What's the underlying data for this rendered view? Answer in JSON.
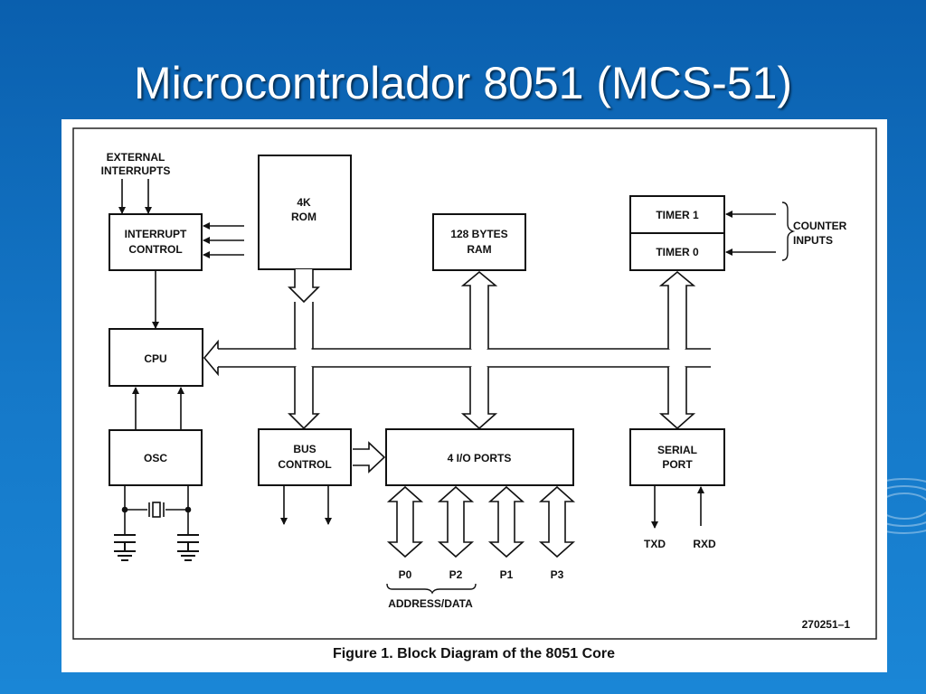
{
  "slide": {
    "title": "Microcontrolador 8051 (MCS-51)"
  },
  "colors": {
    "background": "#1578c8",
    "title_text": "#ffffff",
    "panel": "#ffffff",
    "ink": "#111111"
  },
  "diagram": {
    "external_interrupts": [
      "EXTERNAL",
      "INTERRUPTS"
    ],
    "interrupt_control": [
      "INTERRUPT",
      "CONTROL"
    ],
    "rom": [
      "4K",
      "ROM"
    ],
    "ram": [
      "128 BYTES",
      "RAM"
    ],
    "timer1": "TIMER 1",
    "timer0": "TIMER 0",
    "counter_inputs": [
      "COUNTER",
      "INPUTS"
    ],
    "cpu": "CPU",
    "osc": "OSC",
    "bus_control": [
      "BUS",
      "CONTROL"
    ],
    "io_ports": "4 I/O PORTS",
    "serial_port": [
      "SERIAL",
      "PORT"
    ],
    "port_labels": [
      "P0",
      "P2",
      "P1",
      "P3"
    ],
    "address_data": "ADDRESS/DATA",
    "txd": "TXD",
    "rxd": "RXD",
    "figure_number": "270251–1",
    "caption": "Figure 1. Block Diagram of the 8051 Core"
  }
}
